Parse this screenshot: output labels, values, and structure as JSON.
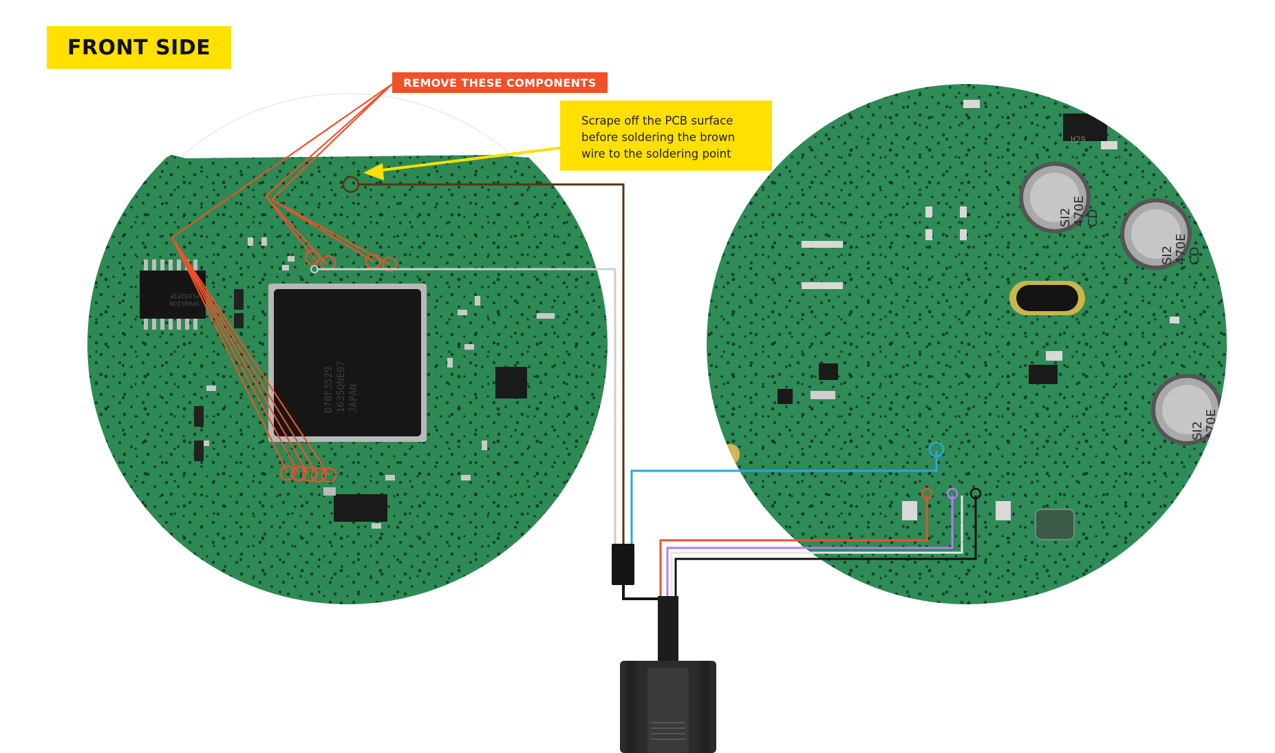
{
  "labels": {
    "side_title": "FRONT SIDE",
    "remove_components": "REMOVE THESE COMPONENTS",
    "scrape_note": [
      "Scrape off the PCB surface",
      "before soldering the brown",
      "wire to the soldering point"
    ]
  },
  "chips": {
    "mcu_marking": [
      "D70F3529",
      "1635QNE07",
      "JAPAN"
    ],
    "left_ic_marking": [
      "SPANSION",
      "FL032PIF"
    ],
    "cap_marking": [
      "SI2",
      "470E",
      "CD"
    ],
    "small_ic_marking": "H29"
  },
  "colors": {
    "pcb_green": "#2e8a55",
    "highlight_orange": "#f0502a",
    "note_yellow": "#ffe000",
    "wire_brown": "#5a3210",
    "wire_gray": "#cfcfcf",
    "wire_blue": "#2aa7e0",
    "wire_orange": "#e8532a",
    "wire_purple": "#b57cf0",
    "wire_white": "#e6e6e6",
    "wire_black": "#111111"
  },
  "icons": [
    "yellow-arrow-icon",
    "db9-connector-icon",
    "inline-connector-icon"
  ]
}
